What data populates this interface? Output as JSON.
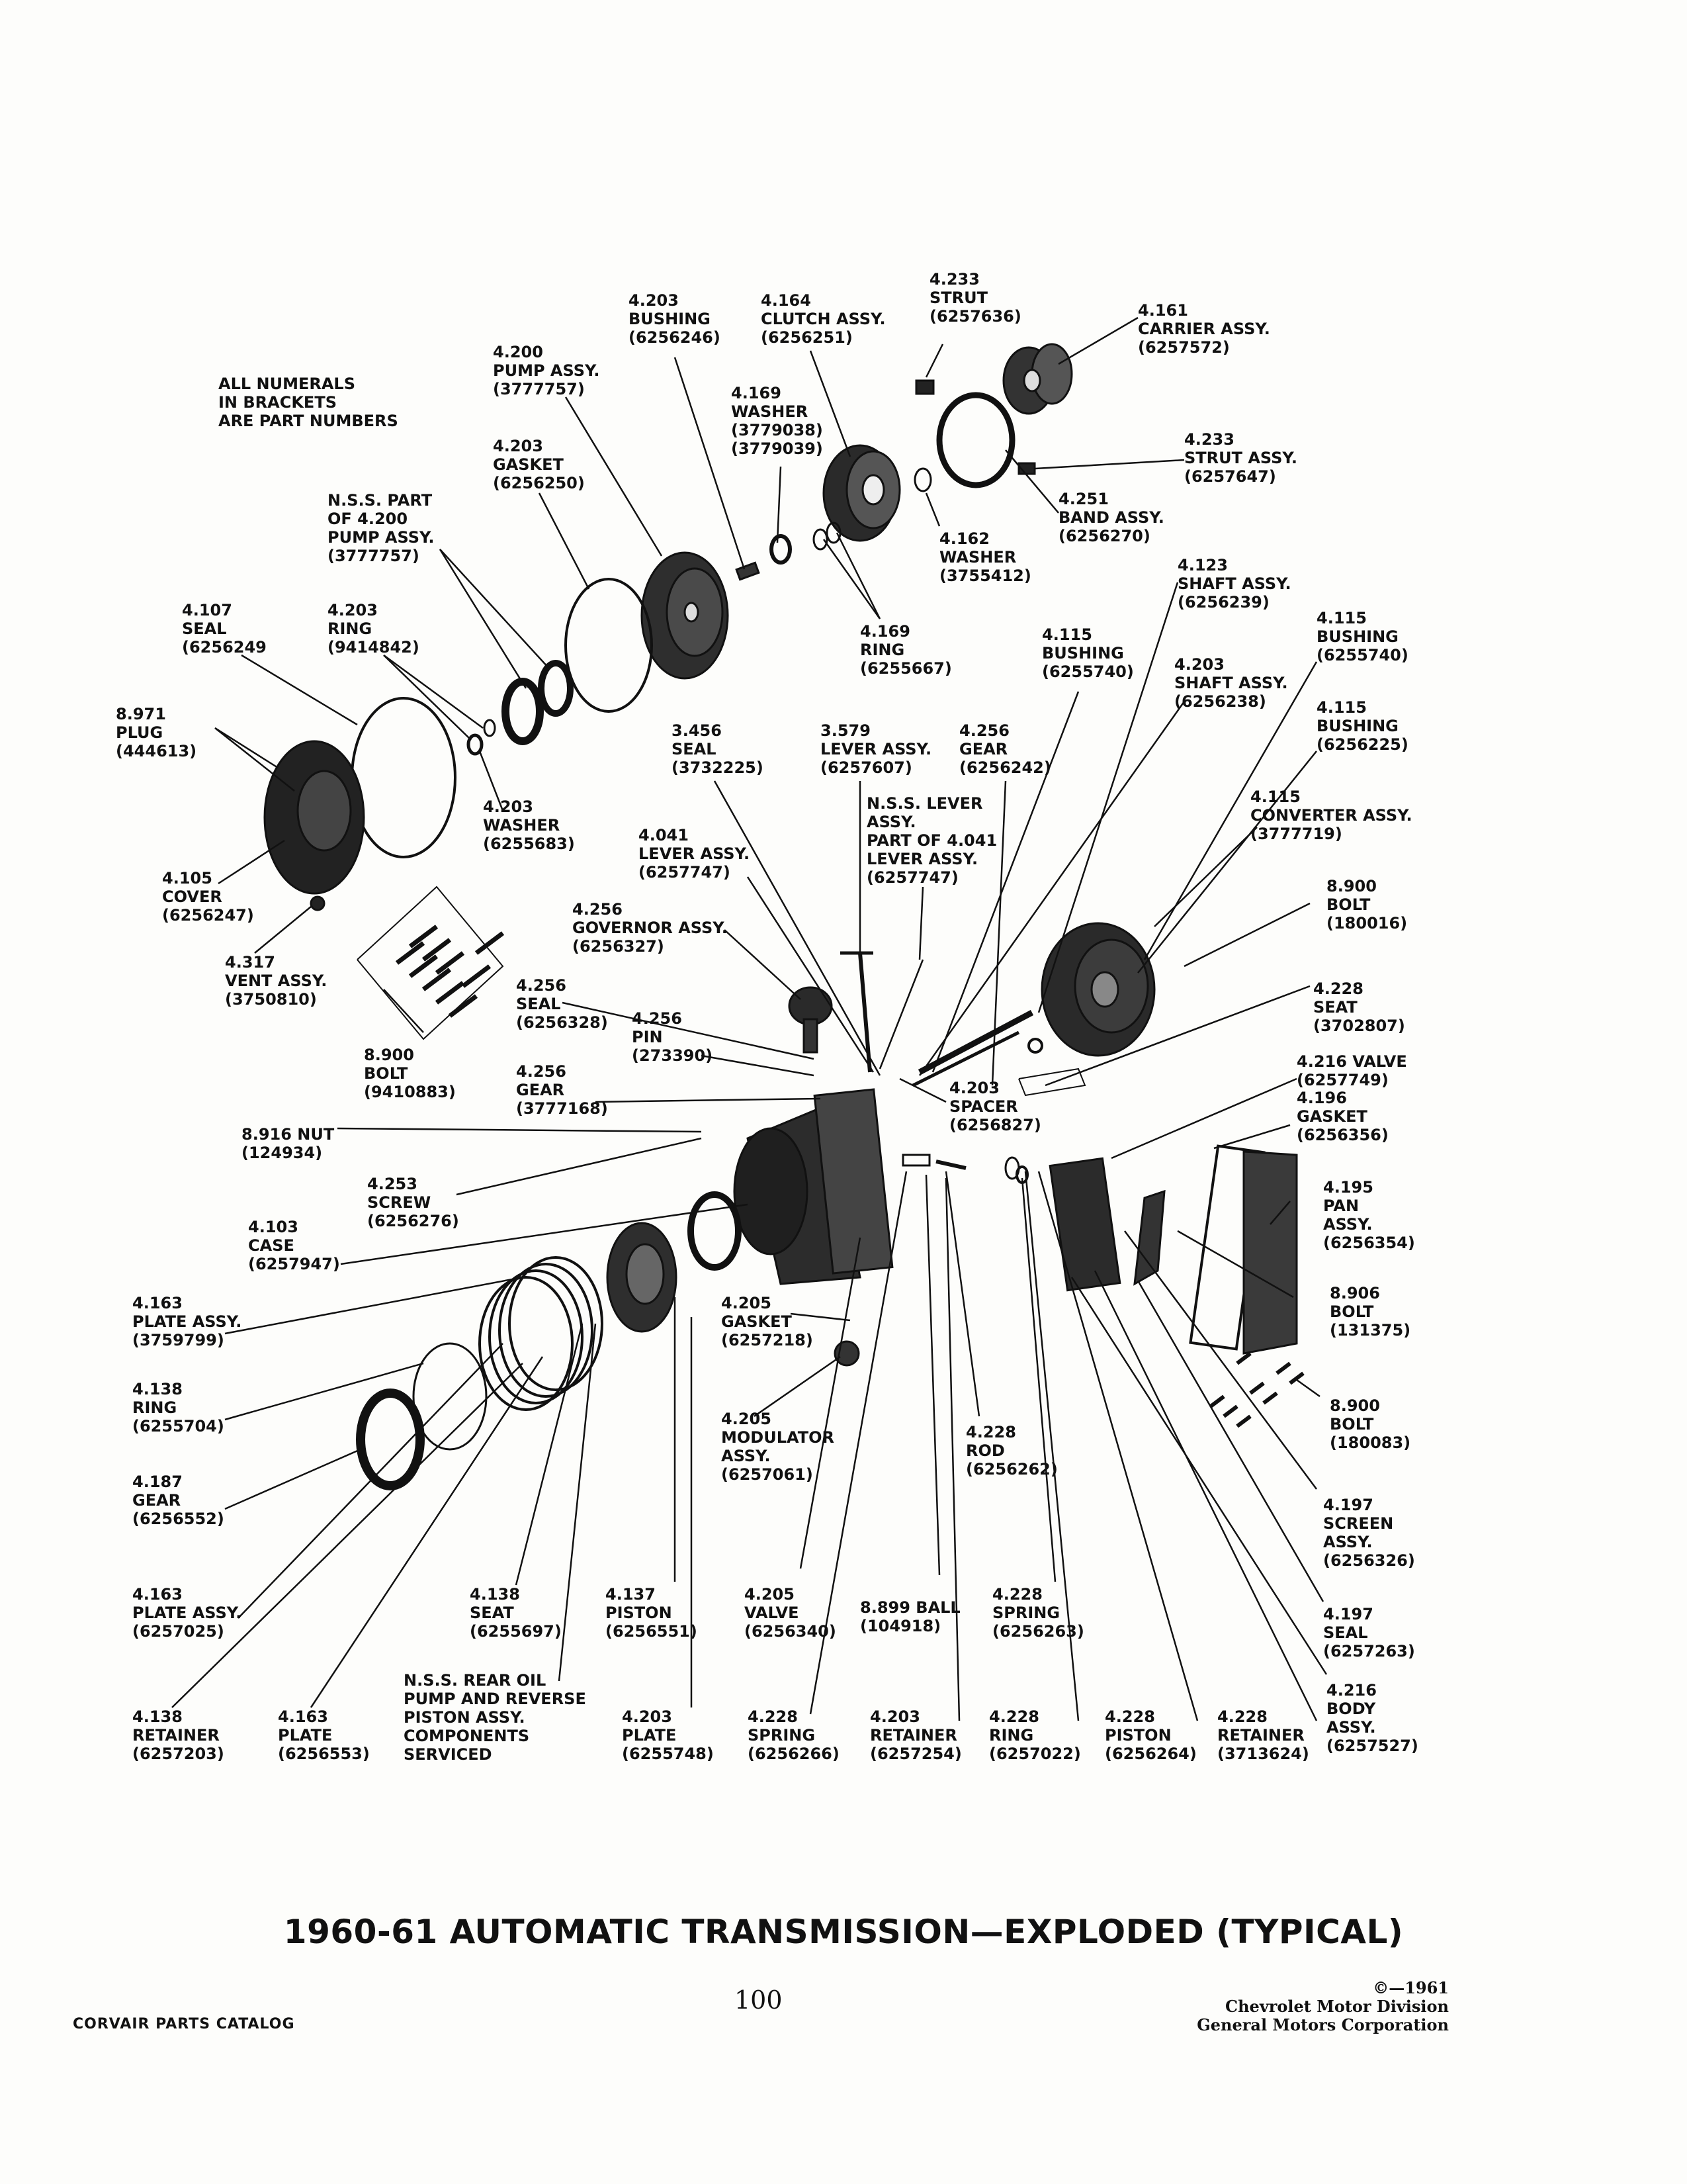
{
  "note": [
    "ALL NUMERALS",
    "IN BRACKETS",
    "ARE PART NUMBERS"
  ],
  "title": "1960-61 AUTOMATIC TRANSMISSION—EXPLODED (TYPICAL)",
  "page_number": "100",
  "footer_left": "CORVAIR PARTS CATALOG",
  "copyright": [
    "©—1961",
    "Chevrolet Motor Division",
    "General Motors Corporation"
  ],
  "labels": [
    {
      "id": "strut-1",
      "lines": [
        "4.233",
        "STRUT",
        "(6257636)"
      ]
    },
    {
      "id": "bushing-1",
      "lines": [
        "4.203",
        "BUSHING",
        "(6256246)"
      ]
    },
    {
      "id": "clutch",
      "lines": [
        "4.164",
        "CLUTCH ASSY.",
        "(6256251)"
      ]
    },
    {
      "id": "carrier",
      "lines": [
        "4.161",
        "CARRIER ASSY.",
        "(6257572)"
      ]
    },
    {
      "id": "pump",
      "lines": [
        "4.200",
        "PUMP ASSY.",
        "(3777757)"
      ]
    },
    {
      "id": "washer-1",
      "lines": [
        "4.169",
        "WASHER",
        "(3779038)",
        "(3779039)"
      ]
    },
    {
      "id": "strut-2",
      "lines": [
        "4.233",
        "STRUT ASSY.",
        "(6257647)"
      ]
    },
    {
      "id": "gasket-1",
      "lines": [
        "4.203",
        "GASKET",
        "(6256250)"
      ]
    },
    {
      "id": "band",
      "lines": [
        "4.251",
        "BAND ASSY.",
        "(6256270)"
      ]
    },
    {
      "id": "nss-pump",
      "lines": [
        "N.S.S. PART",
        "OF 4.200",
        "PUMP ASSY.",
        "(3777757)"
      ]
    },
    {
      "id": "washer-2",
      "lines": [
        "4.162",
        "WASHER",
        "(3755412)"
      ]
    },
    {
      "id": "shaft-1",
      "lines": [
        "4.123",
        "SHAFT ASSY.",
        "(6256239)"
      ]
    },
    {
      "id": "seal-1",
      "lines": [
        "4.107",
        "SEAL",
        "(6256249"
      ]
    },
    {
      "id": "ring-1",
      "lines": [
        "4.203",
        "RING",
        "(9414842)"
      ]
    },
    {
      "id": "ring-2",
      "lines": [
        "4.169",
        "RING",
        "(6255667)"
      ]
    },
    {
      "id": "bushing-2",
      "lines": [
        "4.115",
        "BUSHING",
        "(6255740)"
      ]
    },
    {
      "id": "bushing-3",
      "lines": [
        "4.115",
        "BUSHING",
        "(6255740)"
      ]
    },
    {
      "id": "shaft-2",
      "lines": [
        "4.203",
        "SHAFT ASSY.",
        "(6256238)"
      ]
    },
    {
      "id": "plug",
      "lines": [
        "8.971",
        "PLUG",
        "(444613)"
      ]
    },
    {
      "id": "seal-2",
      "lines": [
        "3.456",
        "SEAL",
        "(3732225)"
      ]
    },
    {
      "id": "lever-1",
      "lines": [
        "3.579",
        "LEVER ASSY.",
        "(6257607)"
      ]
    },
    {
      "id": "gear-1",
      "lines": [
        "4.256",
        "GEAR",
        "(6256242)"
      ]
    },
    {
      "id": "bushing-4",
      "lines": [
        "4.115",
        "BUSHING",
        "(6256225)"
      ]
    },
    {
      "id": "nss-lever",
      "lines": [
        "N.S.S. LEVER",
        "ASSY.",
        "PART OF 4.041",
        "LEVER ASSY.",
        "(6257747)"
      ]
    },
    {
      "id": "washer-3",
      "lines": [
        "4.203",
        "WASHER",
        "(6255683)"
      ]
    },
    {
      "id": "lever-2",
      "lines": [
        "4.041",
        "LEVER ASSY.",
        "(6257747)"
      ]
    },
    {
      "id": "converter",
      "lines": [
        "4.115",
        "CONVERTER ASSY.",
        "(3777719)"
      ]
    },
    {
      "id": "cover",
      "lines": [
        "4.105",
        "COVER",
        "(6256247)"
      ]
    },
    {
      "id": "bolt-1",
      "lines": [
        "8.900",
        "BOLT",
        "(180016)"
      ]
    },
    {
      "id": "governor",
      "lines": [
        "4.256",
        "GOVERNOR ASSY.",
        "(6256327)"
      ]
    },
    {
      "id": "vent",
      "lines": [
        "4.317",
        "VENT ASSY.",
        "(3750810)"
      ]
    },
    {
      "id": "seat-1",
      "lines": [
        "4.228",
        "SEAT",
        "(3702807)"
      ]
    },
    {
      "id": "seal-3",
      "lines": [
        "4.256",
        "SEAL",
        "(6256328)"
      ]
    },
    {
      "id": "pin",
      "lines": [
        "4.256",
        "PIN",
        "(273390)"
      ]
    },
    {
      "id": "bolt-2",
      "lines": [
        "8.900",
        "BOLT",
        "(9410883)"
      ]
    },
    {
      "id": "gear-2",
      "lines": [
        "4.256",
        "GEAR",
        "(3777168)"
      ]
    },
    {
      "id": "valve-1",
      "lines": [
        "4.216 VALVE",
        "(6257749)"
      ]
    },
    {
      "id": "spacer",
      "lines": [
        "4.203",
        "SPACER",
        "(6256827)"
      ]
    },
    {
      "id": "gasket-2",
      "lines": [
        "4.196",
        "GASKET",
        "(6256356)"
      ]
    },
    {
      "id": "nut",
      "lines": [
        "8.916 NUT",
        "(124934)"
      ]
    },
    {
      "id": "screw",
      "lines": [
        "4.253",
        "SCREW",
        "(6256276)"
      ]
    },
    {
      "id": "pan",
      "lines": [
        "4.195",
        "PAN",
        "ASSY.",
        "(6256354)"
      ]
    },
    {
      "id": "case",
      "lines": [
        "4.103",
        "CASE",
        "(6257947)"
      ]
    },
    {
      "id": "plate-1",
      "lines": [
        "4.163",
        "PLATE ASSY.",
        "(3759799)"
      ]
    },
    {
      "id": "bolt-3",
      "lines": [
        "8.906",
        "BOLT",
        "(131375)"
      ]
    },
    {
      "id": "gasket-3",
      "lines": [
        "4.205",
        "GASKET",
        "(6257218)"
      ]
    },
    {
      "id": "ring-3",
      "lines": [
        "4.138",
        "RING",
        "(6255704)"
      ]
    },
    {
      "id": "bolt-4",
      "lines": [
        "8.900",
        "BOLT",
        "(180083)"
      ]
    },
    {
      "id": "modulator",
      "lines": [
        "4.205",
        "MODULATOR",
        "ASSY.",
        "(6257061)"
      ]
    },
    {
      "id": "rod",
      "lines": [
        "4.228",
        "ROD",
        "(6256262)"
      ]
    },
    {
      "id": "gear-3",
      "lines": [
        "4.187",
        "GEAR",
        "(6256552)"
      ]
    },
    {
      "id": "screen",
      "lines": [
        "4.197",
        "SCREEN",
        "ASSY.",
        "(6256326)"
      ]
    },
    {
      "id": "plate-2",
      "lines": [
        "4.163",
        "PLATE ASSY.",
        "(6257025)"
      ]
    },
    {
      "id": "seat-2",
      "lines": [
        "4.138",
        "SEAT",
        "(6255697)"
      ]
    },
    {
      "id": "piston-1",
      "lines": [
        "4.137",
        "PISTON",
        "(6256551)"
      ]
    },
    {
      "id": "valve-2",
      "lines": [
        "4.205",
        "VALVE",
        "(6256340)"
      ]
    },
    {
      "id": "ball",
      "lines": [
        "8.899 BALL",
        "(104918)"
      ]
    },
    {
      "id": "spring-1",
      "lines": [
        "4.228",
        "SPRING",
        "(6256263)"
      ]
    },
    {
      "id": "seal-4",
      "lines": [
        "4.197",
        "SEAL",
        "(6257263)"
      ]
    },
    {
      "id": "nss-rear",
      "lines": [
        "N.S.S. REAR OIL",
        "PUMP AND REVERSE",
        "PISTON ASSY.",
        "COMPONENTS",
        "SERVICED"
      ]
    },
    {
      "id": "body",
      "lines": [
        "4.216",
        "BODY",
        "ASSY.",
        "(6257527)"
      ]
    },
    {
      "id": "retainer-1",
      "lines": [
        "4.138",
        "RETAINER",
        "(6257203)"
      ]
    },
    {
      "id": "plate-3",
      "lines": [
        "4.163",
        "PLATE",
        "(6256553)"
      ]
    },
    {
      "id": "plate-4",
      "lines": [
        "4.203",
        "PLATE",
        "(6255748)"
      ]
    },
    {
      "id": "spring-2",
      "lines": [
        "4.228",
        "SPRING",
        "(6256266)"
      ]
    },
    {
      "id": "retainer-2",
      "lines": [
        "4.203",
        "RETAINER",
        "(6257254)"
      ]
    },
    {
      "id": "ring-4",
      "lines": [
        "4.228",
        "RING",
        "(6257022)"
      ]
    },
    {
      "id": "piston-2",
      "lines": [
        "4.228",
        "PISTON",
        "(6256264)"
      ]
    },
    {
      "id": "retainer-3",
      "lines": [
        "4.228",
        "RETAINER",
        "(3713624)"
      ]
    }
  ]
}
